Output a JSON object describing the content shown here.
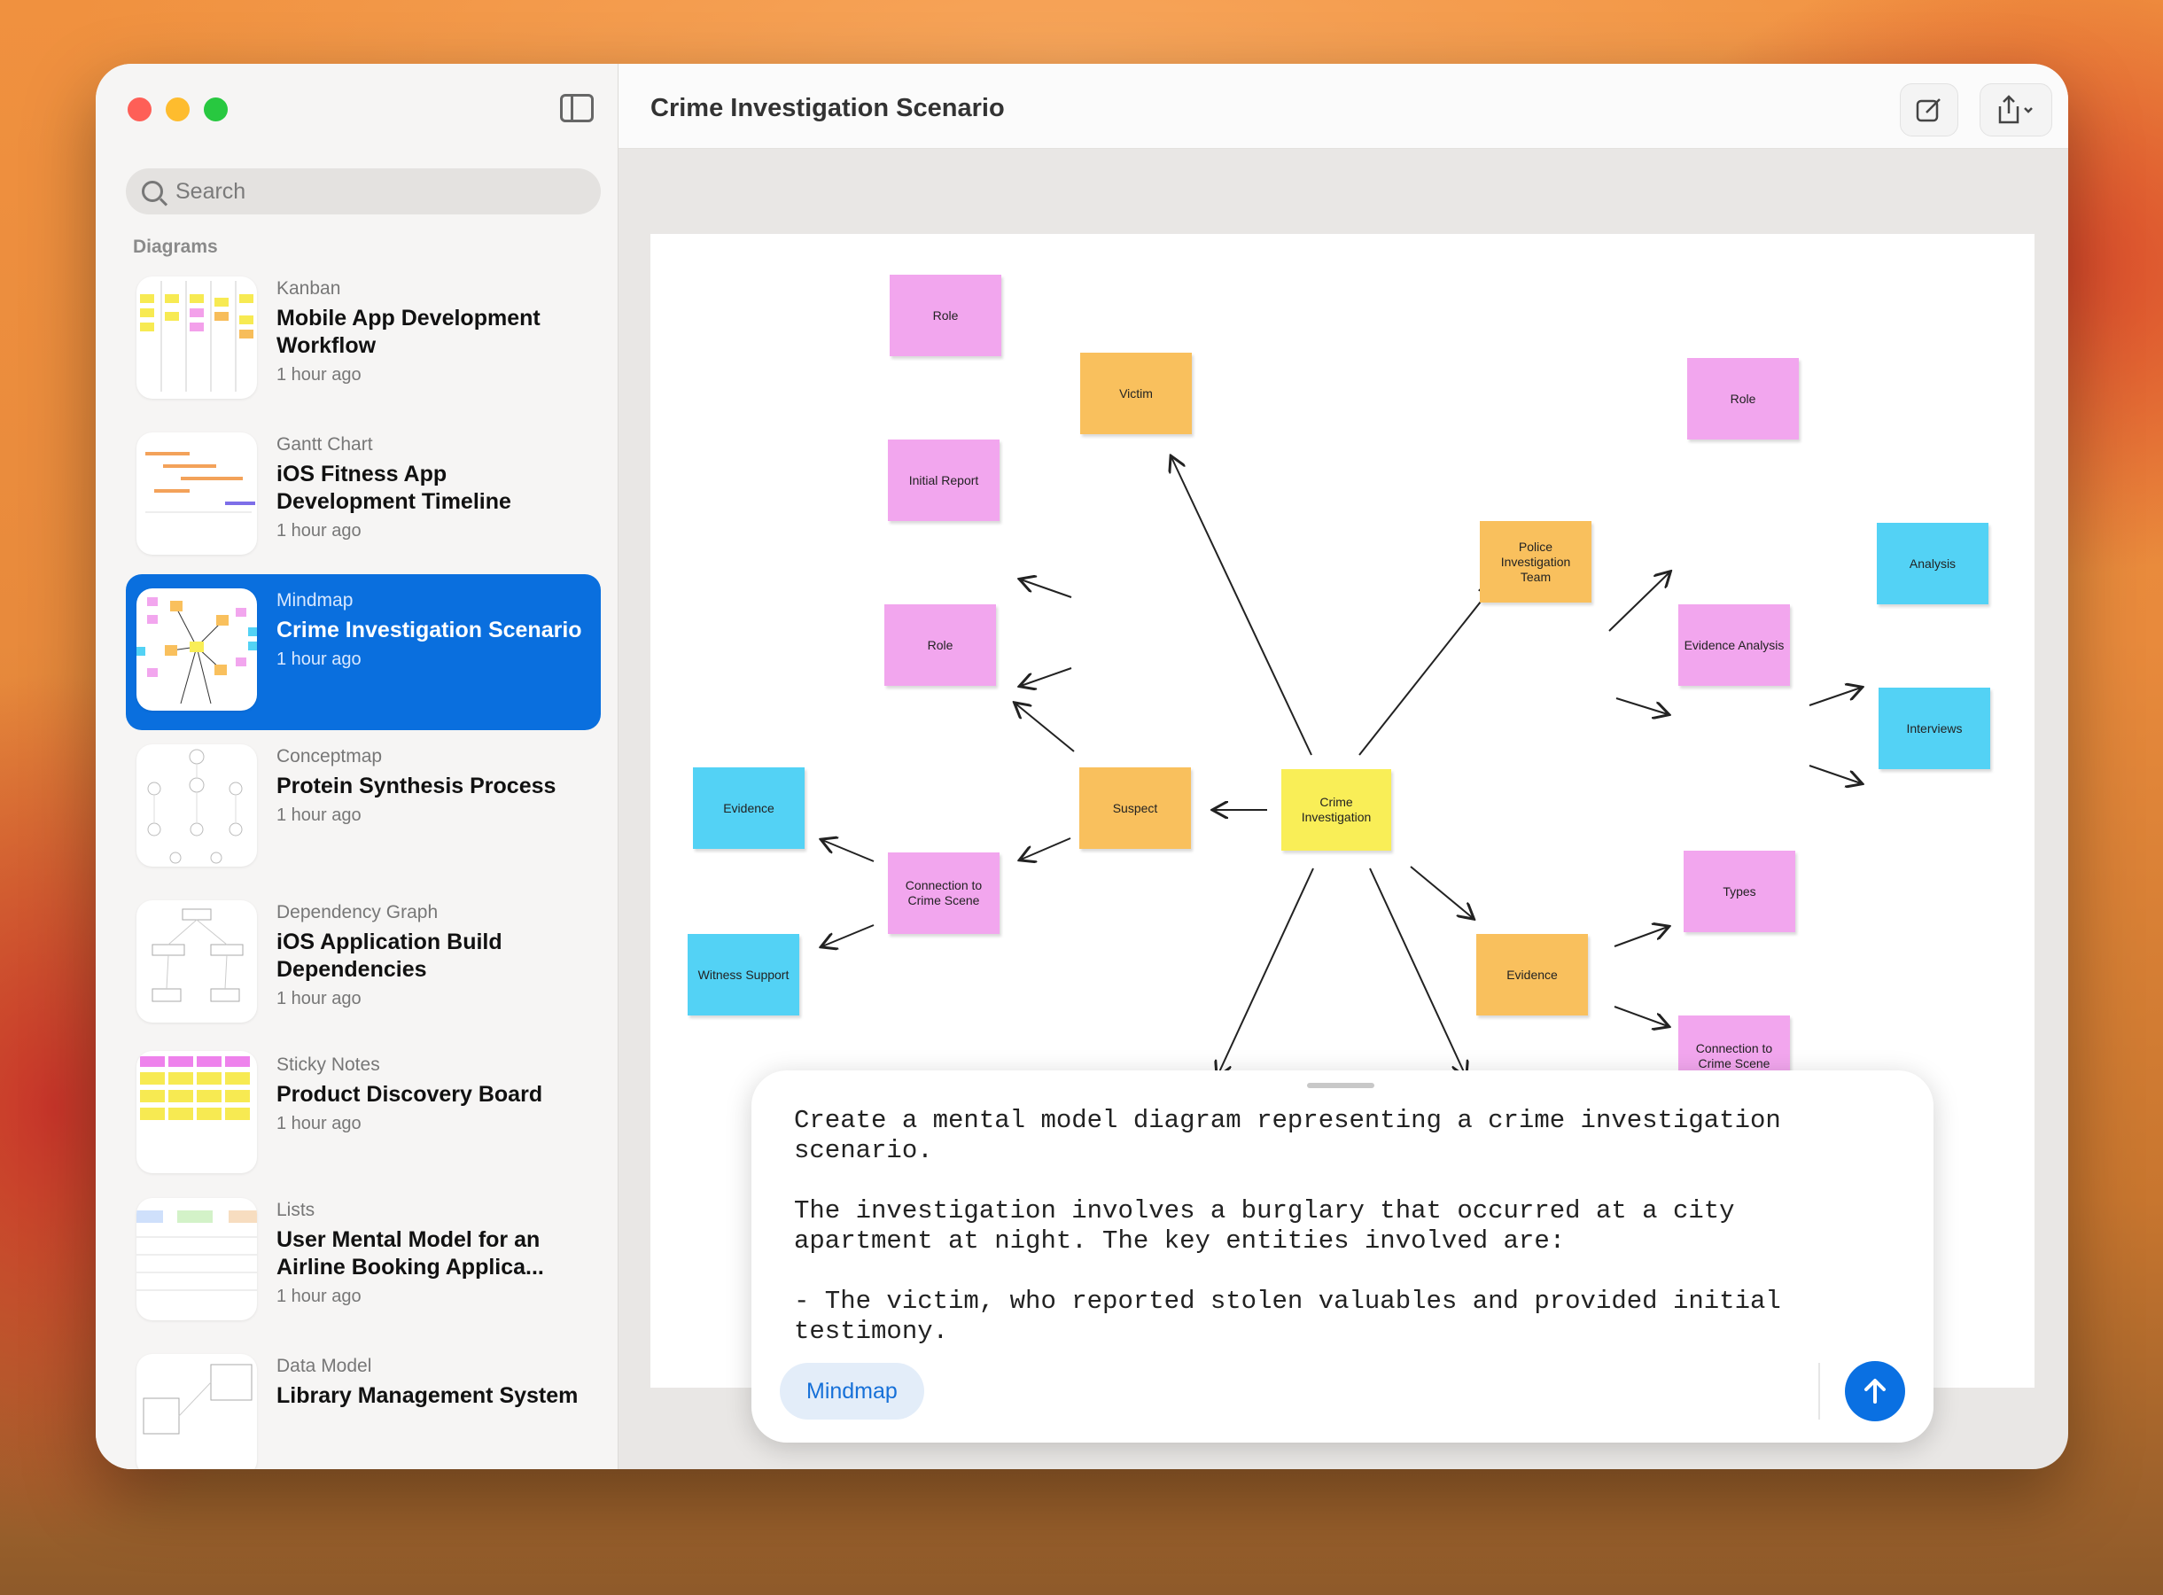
{
  "window": {
    "title": "Crime Investigation Scenario"
  },
  "sidebar": {
    "search_placeholder": "Search",
    "section": "Diagrams",
    "items": [
      {
        "kind": "Kanban",
        "title": "Mobile App Development Workflow",
        "time": "1 hour ago"
      },
      {
        "kind": "Gantt Chart",
        "title": "iOS Fitness App Development Timeline",
        "time": "1 hour ago"
      },
      {
        "kind": "Mindmap",
        "title": "Crime Investigation Scenario",
        "time": "1 hour ago",
        "selected": true
      },
      {
        "kind": "Conceptmap",
        "title": "Protein Synthesis Process",
        "time": "1 hour ago"
      },
      {
        "kind": "Dependency Graph",
        "title": "iOS Application Build Dependencies",
        "time": "1 hour ago"
      },
      {
        "kind": "Sticky Notes",
        "title": "Product Discovery Board",
        "time": "1 hour ago"
      },
      {
        "kind": "Lists",
        "title": "User Mental Model for an Airline Booking Applica...",
        "time": "1 hour ago"
      },
      {
        "kind": "Data Model",
        "title": "Library Management System",
        "time": ""
      }
    ]
  },
  "toolbar": {
    "compose_icon": "compose-icon",
    "share_icon": "share-icon"
  },
  "diagram": {
    "center": "Crime Investigation",
    "nodes": {
      "victim": "Victim",
      "victim_role": "Role",
      "initial_report": "Initial Report",
      "suspect": "Suspect",
      "suspect_role": "Role",
      "connection": "Connection to Crime Scene",
      "evidence_blue": "Evidence",
      "witness_support": "Witness Support",
      "police": "Police Investigation Team",
      "police_role": "Role",
      "evidence_analysis": "Evidence Analysis",
      "analysis": "Analysis",
      "interviews": "Interviews",
      "evidence": "Evidence",
      "types": "Types",
      "evidence_connection": "Connection to Crime Scene"
    }
  },
  "prompt": {
    "text": "Create a mental model diagram representing a crime investigation scenario.\n\nThe investigation involves a burglary that occurred at a city apartment at night. The key entities involved are:\n\n- The victim, who reported stolen valuables and provided initial testimony.",
    "mode": "Mindmap"
  },
  "colors": {
    "accent": "#0a6fde",
    "pink": "#f2a6ee",
    "orange": "#f9c05d",
    "yellow": "#f9ee57",
    "blue": "#53d2f5"
  }
}
